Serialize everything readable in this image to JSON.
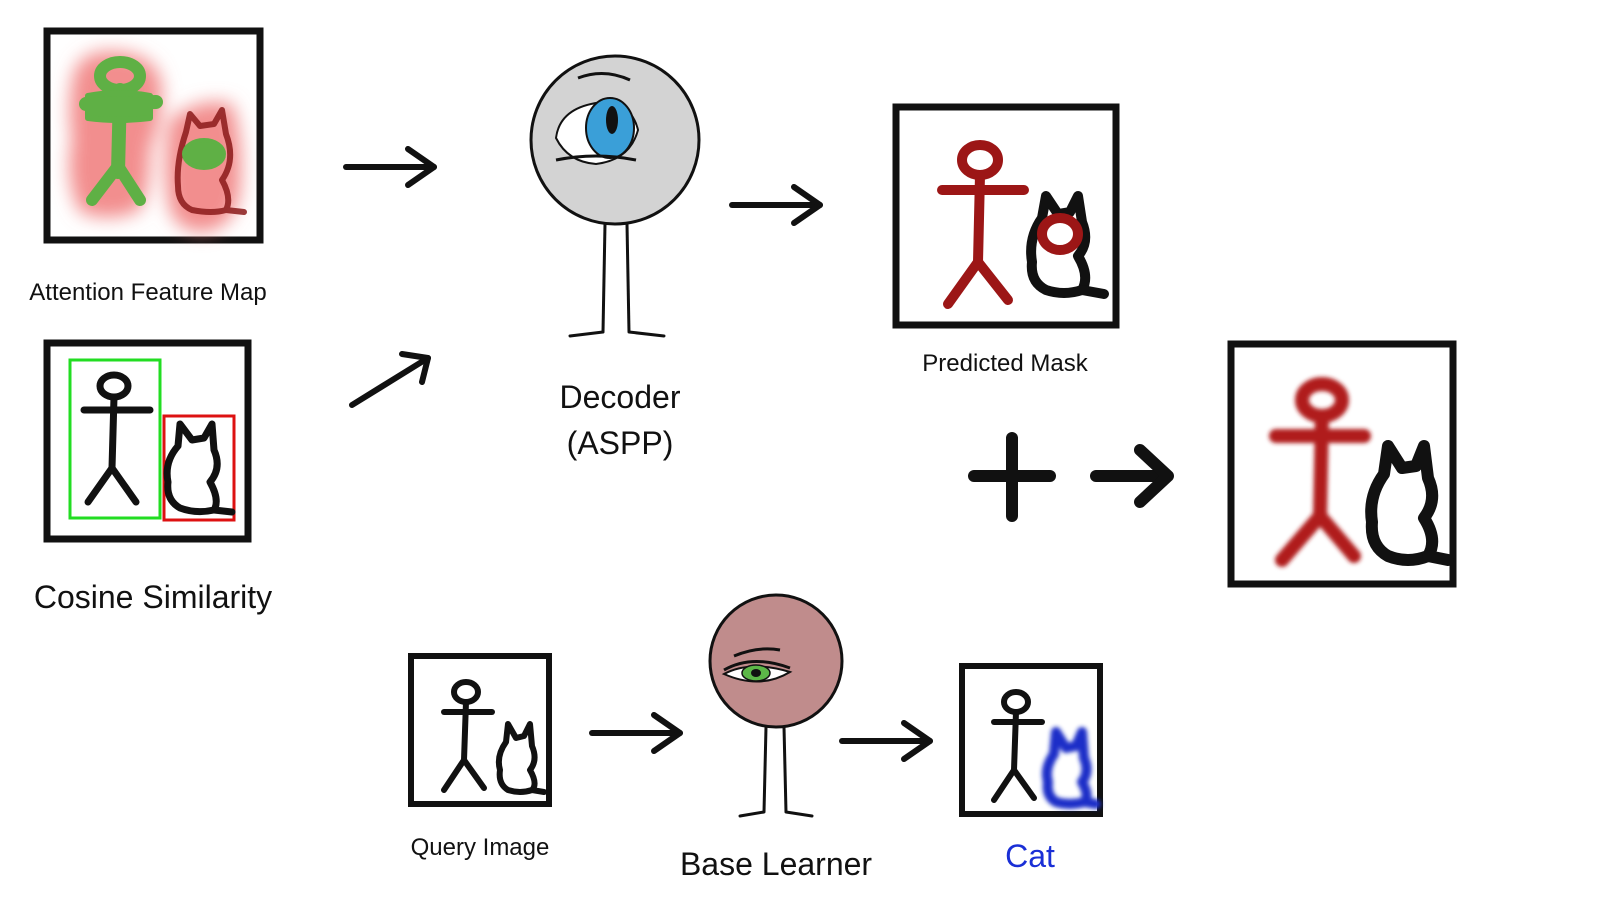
{
  "labels": {
    "attention_feature_map": "Attention Feature Map",
    "cosine_similarity": "Cosine Similarity",
    "decoder_line1": "Decoder",
    "decoder_line2": "(ASPP)",
    "predicted_mask": "Predicted Mask",
    "query_image": "Query Image",
    "base_learner": "Base Learner",
    "cat": "Cat"
  },
  "colors": {
    "ink": "#111111",
    "attention_glow": "#f07a7a",
    "attention_green": "#5fb045",
    "bbox_green": "#22dd22",
    "bbox_red": "#dd1111",
    "mask_red": "#9c1616",
    "final_red": "#b01c1c",
    "decoder_face": "#d3d3d3",
    "decoder_iris": "#3a9fd8",
    "base_learner_face": "#c08c8c",
    "base_learner_iris": "#5cb848",
    "cat_label": "#1a2fd6",
    "cat_mask": "#1a2fc8"
  },
  "icons": [
    "right-arrow-icon",
    "up-right-arrow-icon",
    "plus-icon",
    "stick-figure-icon",
    "cat-icon",
    "eye-icon"
  ]
}
